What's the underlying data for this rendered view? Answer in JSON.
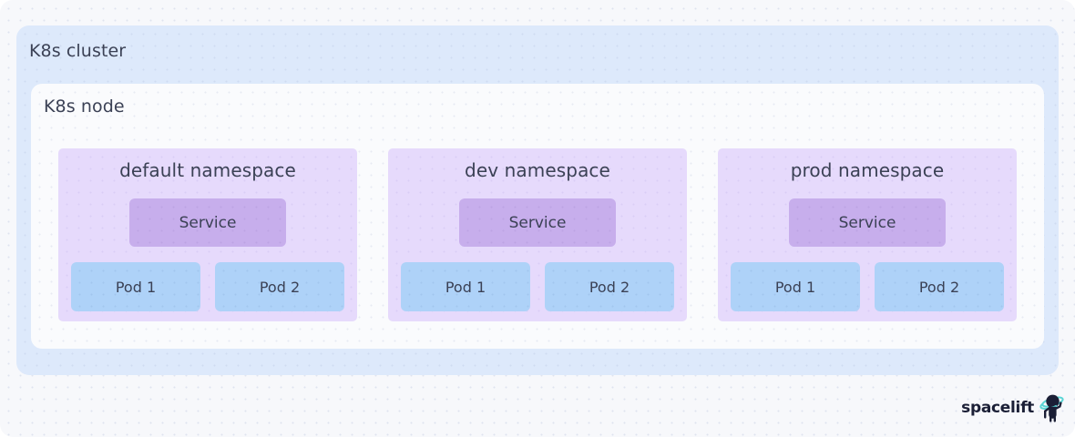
{
  "canvas": {
    "background_color": "#f7f8fb",
    "dot_color": "#dfe3ef"
  },
  "cluster": {
    "label": "K8s cluster",
    "background_color": "#dde9fb"
  },
  "node": {
    "label": "K8s node",
    "background_color": "#fafbfd"
  },
  "namespaces": [
    {
      "title": "default namespace",
      "background_color": "#e6dafc",
      "service": {
        "label": "Service",
        "color": "#c7aeec"
      },
      "pods": [
        {
          "label": "Pod 1",
          "color": "#aed2f8"
        },
        {
          "label": "Pod 2",
          "color": "#aed2f8"
        }
      ]
    },
    {
      "title": "dev namespace",
      "background_color": "#e6dafc",
      "service": {
        "label": "Service",
        "color": "#c7aeec"
      },
      "pods": [
        {
          "label": "Pod 1",
          "color": "#aed2f8"
        },
        {
          "label": "Pod 2",
          "color": "#aed2f8"
        }
      ]
    },
    {
      "title": "prod namespace",
      "background_color": "#e6dafc",
      "service": {
        "label": "Service",
        "color": "#c7aeec"
      },
      "pods": [
        {
          "label": "Pod 1",
          "color": "#aed2f8"
        },
        {
          "label": "Pod 2",
          "color": "#aed2f8"
        }
      ]
    }
  ],
  "brand": {
    "wordmark": "spacelift",
    "mark_color": "#1b1f36",
    "ring_color": "#5ad5d5"
  }
}
